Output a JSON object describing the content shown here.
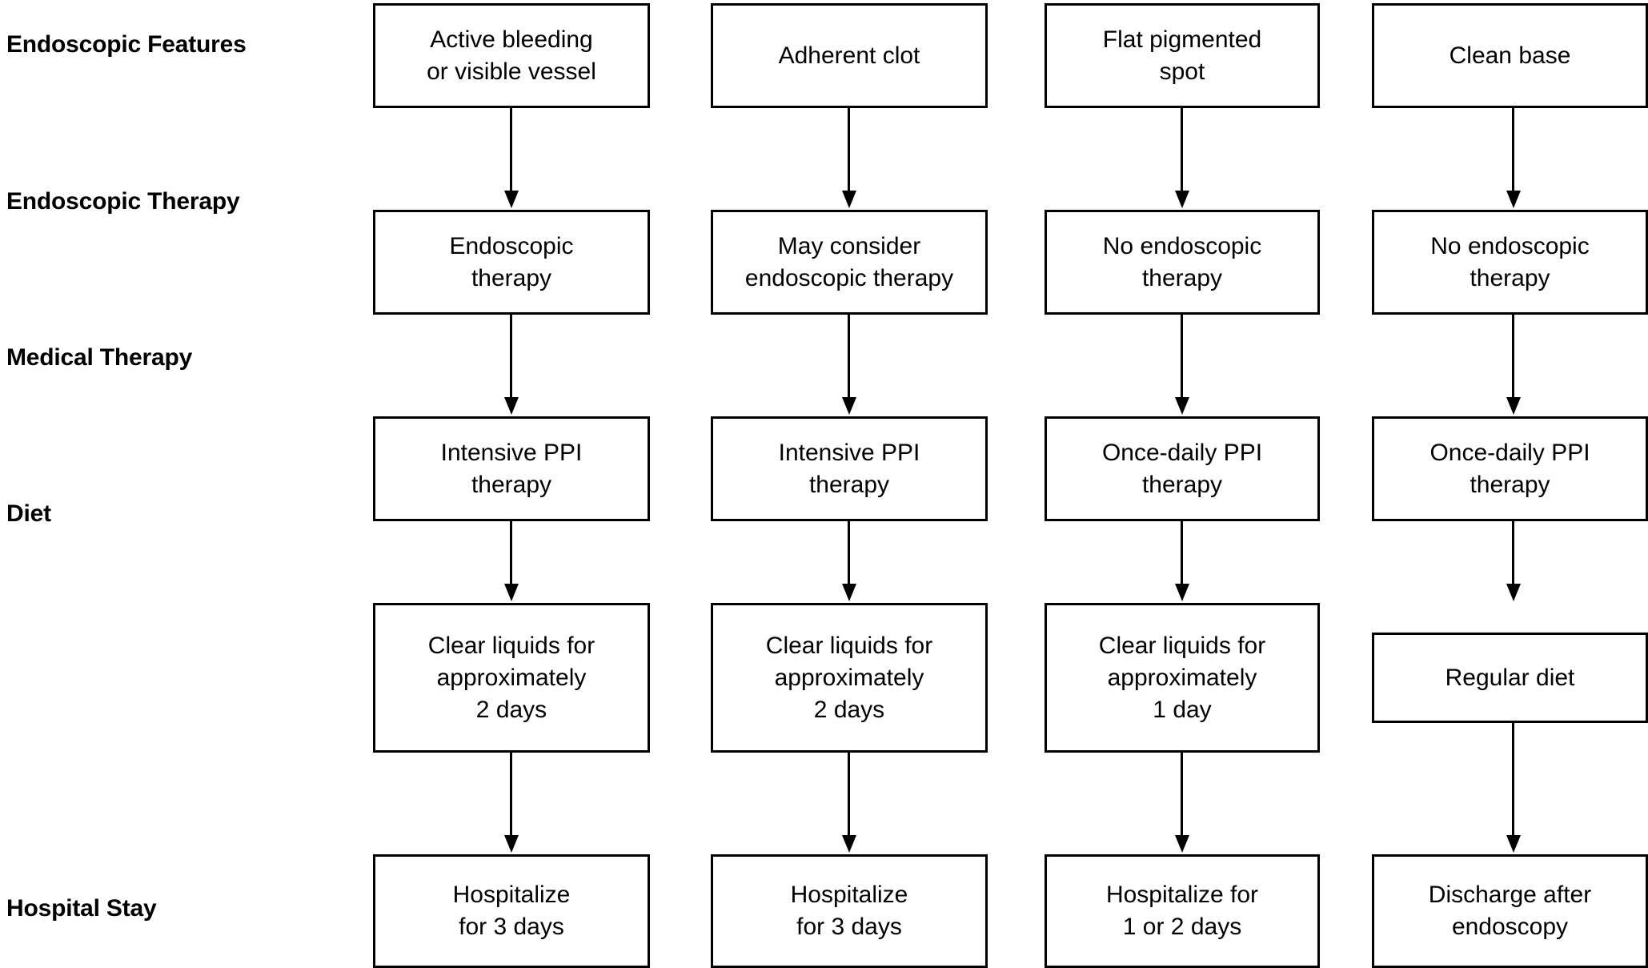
{
  "figure": {
    "type": "flowchart-matrix",
    "orientation": "columns-as-scenarios",
    "background_color": "#ffffff",
    "stroke_color": "#000000",
    "text_color": "#000000"
  },
  "rows": [
    {
      "label": "Endoscopic Features"
    },
    {
      "label": "Endoscopic Therapy"
    },
    {
      "label": "Medical Therapy"
    },
    {
      "label": "Diet"
    },
    {
      "label": "Hospital Stay"
    }
  ],
  "columns": [
    {
      "cells": [
        "Active bleeding\nor visible vessel",
        "Endoscopic\ntherapy",
        "Intensive PPI\ntherapy",
        "Clear liquids for\napproximately\n2 days",
        "Hospitalize\nfor 3 days"
      ]
    },
    {
      "cells": [
        "Adherent clot",
        "May consider\nendoscopic therapy",
        "Intensive PPI\ntherapy",
        "Clear liquids for\napproximately\n2 days",
        "Hospitalize\nfor 3 days"
      ]
    },
    {
      "cells": [
        "Flat pigmented\nspot",
        "No endoscopic\ntherapy",
        "Once-daily PPI\ntherapy",
        "Clear liquids for\napproximately\n1 day",
        "Hospitalize for\n1 or 2 days"
      ]
    },
    {
      "cells": [
        "Clean base",
        "No endoscopic\ntherapy",
        "Once-daily PPI\ntherapy",
        "Regular diet",
        "Discharge after\nendoscopy"
      ]
    }
  ],
  "connectors": {
    "icon": "down-arrow-icon",
    "count": 16,
    "description": "Vertical arrow from each box to the box directly below it in the same column"
  }
}
